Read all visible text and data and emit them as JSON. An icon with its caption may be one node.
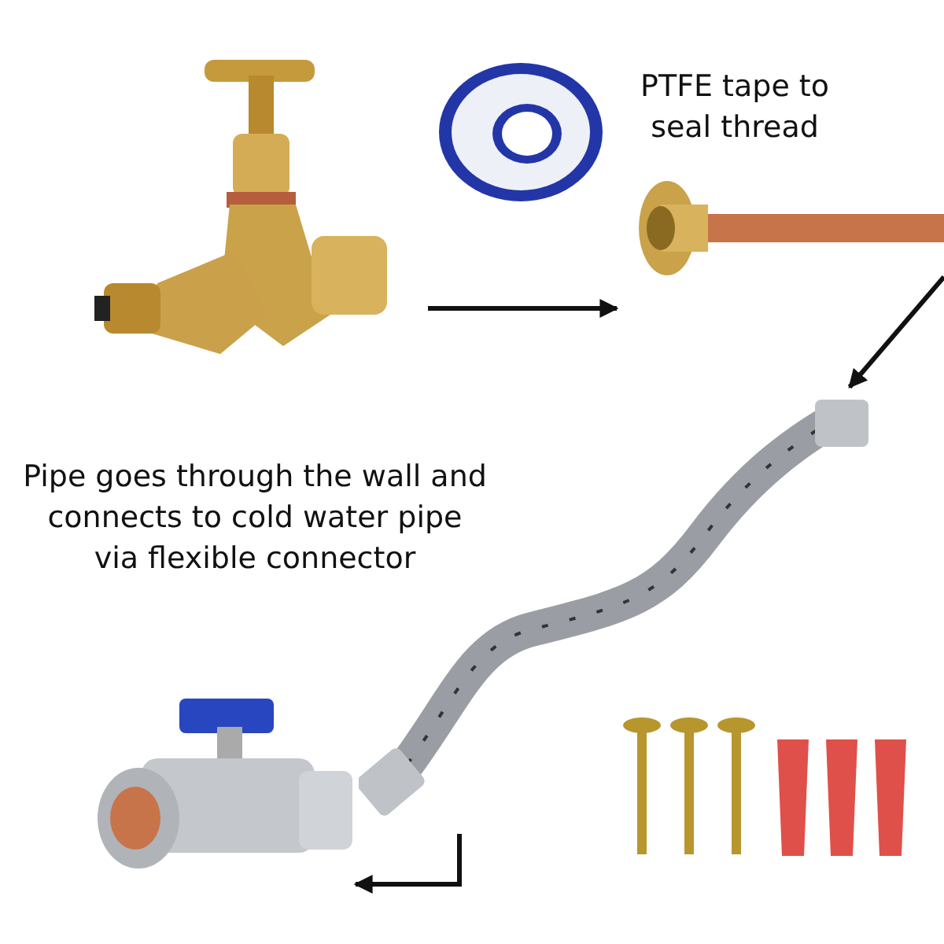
{
  "diagram": {
    "nodes": [
      {
        "text": [],
        "shape": "picture"
      },
      {
        "text": [],
        "shape": "picture"
      },
      {
        "text": [],
        "shape": "picture"
      },
      {
        "text": [],
        "shape": "picture"
      },
      {
        "text": [],
        "shape": "picture"
      },
      {
        "text": [],
        "shape": "picture"
      },
      {
        "text": [],
        "shape": "picture"
      }
    ],
    "edges": [
      {
        "from": 0,
        "to": 2,
        "arrow": "to"
      },
      {
        "from": 2,
        "to": 3,
        "arrow": "to"
      },
      {
        "from": 3,
        "to": 4,
        "arrow": "to"
      }
    ],
    "labels": [
      "PTFE tape to seal thread",
      "Pipe goes through the wall and connects to cold water pipe via flexible connector"
    ]
  }
}
